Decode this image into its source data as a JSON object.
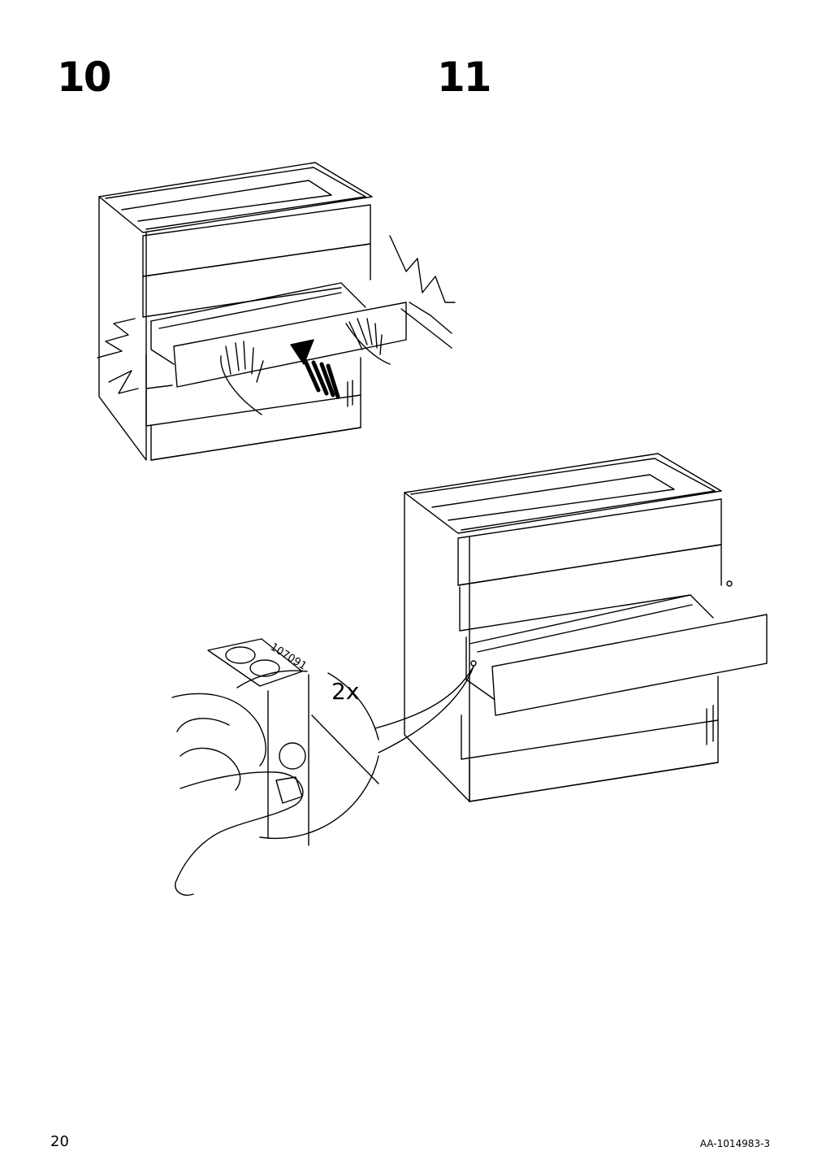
{
  "steps": [
    {
      "number": "10"
    },
    {
      "number": "11"
    }
  ],
  "callout": {
    "part_number": "107091",
    "quantity": "2x"
  },
  "footer": {
    "page_number": "20",
    "document_code": "AA-1014983-3"
  }
}
